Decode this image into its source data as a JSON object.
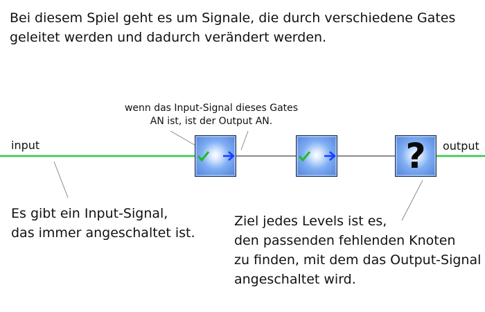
{
  "intro_text": "Bei diesem Spiel geht es um Signale, die durch verschiedene Gates geleitet werden und dadurch verändert werden.",
  "gate_note_line1": "wenn das Input-Signal dieses Gates",
  "gate_note_line2": "AN ist, ist der Output AN.",
  "input_label": "input",
  "output_label": "output",
  "input_note_line1": "Es gibt ein Input-Signal,",
  "input_note_line2": "das immer angeschaltet ist.",
  "goal_note_line1": "Ziel jedes Levels ist es,",
  "goal_note_line2": "den passenden fehlenden Knoten",
  "goal_note_line3": "zu finden, mit dem das Output-Signal",
  "goal_note_line4": "angeschaltet wird.",
  "unknown_gate_symbol": "?",
  "colors": {
    "signal_on": "#2ecc40",
    "signal_off": "#8a8a8a",
    "check": "#22bb22",
    "arrow": "#1a3cff"
  }
}
